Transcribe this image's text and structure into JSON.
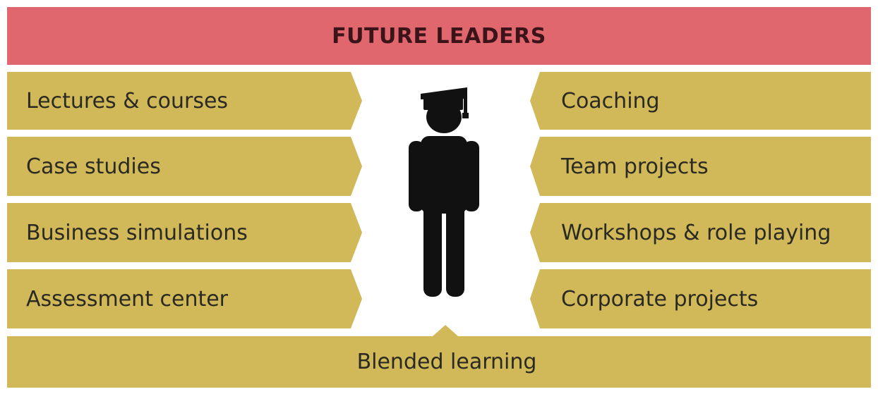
{
  "title": "FUTURE LEADERS",
  "left_items": [
    "Lectures & courses",
    "Case studies",
    "Business simulations",
    "Assessment center"
  ],
  "right_items": [
    "Coaching",
    "Team projects",
    "Workshops & role playing",
    "Corporate projects"
  ],
  "bottom": "Blended learning",
  "icon": "graduate-person-icon",
  "colors": {
    "header": "#e0676d",
    "band": "#d1b95a",
    "figure": "#111111",
    "text": "#2b2a22"
  }
}
